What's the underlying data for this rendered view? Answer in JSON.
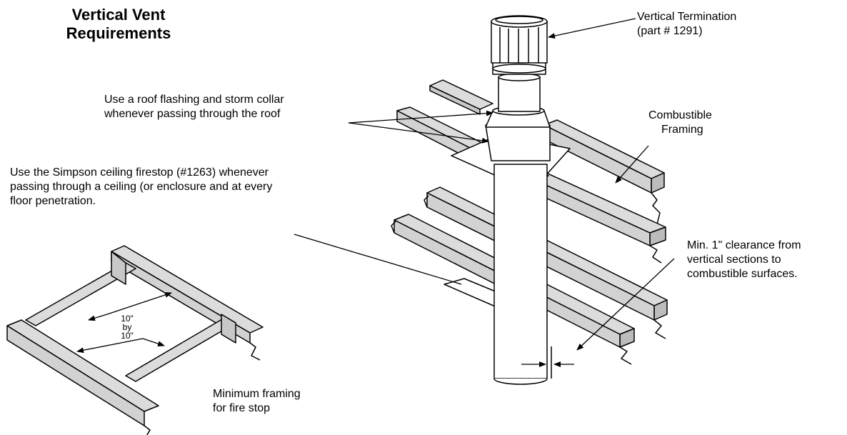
{
  "title": {
    "line1": "Vertical Vent",
    "line2": "Requirements"
  },
  "labels": {
    "termination": {
      "line1": "Vertical Termination",
      "line2": "(part # 1291)"
    },
    "flashing": {
      "line1": "Use a roof flashing and storm collar",
      "line2": "whenever passing through the roof"
    },
    "framing": {
      "line1": "Combustible",
      "line2": "Framing"
    },
    "firestop": {
      "line1": "Use the Simpson ceiling firestop (#1263) whenever",
      "line2": "passing through a ceiling (or enclosure and at every",
      "line3": "floor penetration."
    },
    "clearance": {
      "line1": "Min. 1\" clearance from",
      "line2": "vertical sections to",
      "line3": "combustible surfaces."
    },
    "min_framing": {
      "line1": "Minimum framing",
      "line2": "for fire stop"
    }
  },
  "dimension": {
    "line1": "10\"",
    "line2": "by",
    "line3": "10\""
  },
  "colors": {
    "framing_fill": "#dcdcdc",
    "stroke": "#000000",
    "background": "#ffffff"
  }
}
